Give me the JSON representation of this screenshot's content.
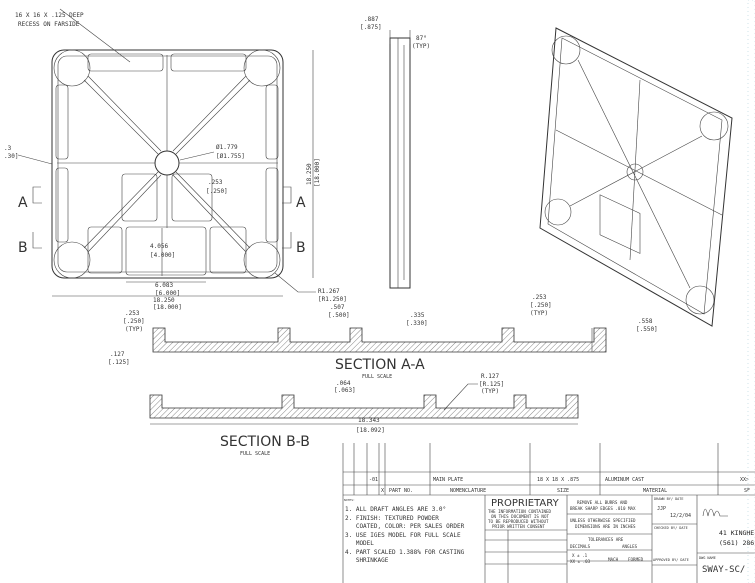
{
  "top_view": {
    "recess_note": [
      "16 X 16 X .125 DEEP",
      "RECESS ON FARSIDE"
    ],
    "left_partial": [
      ".3",
      ".30]"
    ],
    "center_hole": [
      "Ø1.779",
      "[Ø1.755]"
    ],
    "rib_width": [
      ".253",
      "[.250]"
    ],
    "pocket_height": [
      "4.056",
      "[4.000]"
    ],
    "pocket_width": [
      "6.083",
      "[6.000]"
    ],
    "overall_width": [
      "18.250",
      "[18.000]"
    ],
    "overall_height": [
      "18.250",
      "[18.000]"
    ],
    "corner_radius": [
      "R1.267",
      "[R1.250]"
    ],
    "section_a": "A",
    "section_b": "B"
  },
  "side_view": {
    "thickness": [
      ".887",
      "[.875]"
    ],
    "draft": [
      "87°",
      "(TYP)"
    ]
  },
  "section_a_a": {
    "title": "SECTION A-A",
    "scale": "FULL SCALE",
    "wall_left": [
      ".253",
      "[.250]",
      "(TYP)"
    ],
    "slot": [
      ".507",
      "[.500]"
    ],
    "depth": [
      ".335",
      "[.330]"
    ],
    "wall_right": [
      ".253",
      "[.250]",
      "(TYP)"
    ],
    "height": [
      ".558",
      "[.550]"
    ],
    "floor": [
      ".127",
      "[.125]"
    ]
  },
  "section_b_b": {
    "title": "SECTION B-B",
    "scale": "FULL SCALE",
    "step": [
      ".064",
      "[.063]"
    ],
    "fillet": [
      "R.127",
      "[R.125]",
      "(TYP)"
    ],
    "length": [
      "18.343",
      "[18.092]"
    ]
  },
  "title_block": {
    "row1": {
      "dash": "-01",
      "name": "MAIN PLATE",
      "size": "18 X 18 X .875",
      "material": "ALUMINUM CAST",
      "extra": "XX>"
    },
    "row2": {
      "qty": "X",
      "part_no": "PART NO.",
      "nomenclature": "NOMENCLATURE",
      "size": "SIZE",
      "material": "MATERIAL",
      "extra": "SF"
    },
    "notes_header": "NOTES:",
    "notes": [
      "1. ALL DRAFT ANGLES ARE 3.0°",
      "2. FINISH: TEXTURED POWDER",
      "   COATED, COLOR: PER SALES ORDER",
      "3. USE IGES MODEL FOR FULL SCALE",
      "   MODEL",
      "4. PART SCALED 1.388% FOR CASTING",
      "   SHRINKAGE"
    ],
    "proprietary_title": "PROPRIETARY",
    "proprietary_text": [
      "THE INFORMATION CONTAINED",
      "ON THIS DOCUMENT IS NOT",
      "TO BE REPRODUCED WITHOUT",
      "PRIOR WRITTEN CONSENT"
    ],
    "burrs": [
      "REMOVE ALL BURRS AND",
      "BREAK SHARP EDGES .010 MAX"
    ],
    "unless": [
      "UNLESS OTHERWISE SPECIFIED",
      "DIMENSIONS ARE IN INCHES"
    ],
    "tolerances": "TOLERANCES ARE",
    "decimals": "DECIMALS",
    "angles": "ANGLES",
    "tol_values": [
      "X ± .1",
      "XX ± .03"
    ],
    "mach": "MACH",
    "formed": "FORMED",
    "drawn_by_label": "DRAWN BY/ DATE",
    "drawn_by": "JJP",
    "drawn_date": "12/2/04",
    "checked_by_label": "CHECKED BY/ DATE",
    "approved_by_label": "APPROVED BY/ DATE",
    "company_address": [
      "41 KINGHE",
      "(561) 286"
    ],
    "dwg_label": "DWG NAME",
    "dwg_name": "SWAY-SC/"
  }
}
